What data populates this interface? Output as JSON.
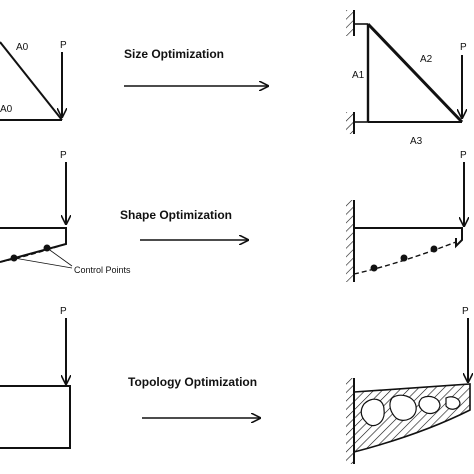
{
  "rows": {
    "size": {
      "title": "Size Optimization",
      "load_label": "P",
      "initial_labels": {
        "a0_top": "A0",
        "a0_bottom": "A0"
      },
      "optimized_labels": {
        "a1": "A1",
        "a2": "A2",
        "a3": "A3"
      }
    },
    "shape": {
      "title": "Shape Optimization",
      "load_label": "P",
      "control_points_label": "Control Points"
    },
    "topology": {
      "title": "Topology Optimization",
      "load_label": "P"
    }
  },
  "colors": {
    "line": "#111111",
    "background": "#ffffff"
  }
}
